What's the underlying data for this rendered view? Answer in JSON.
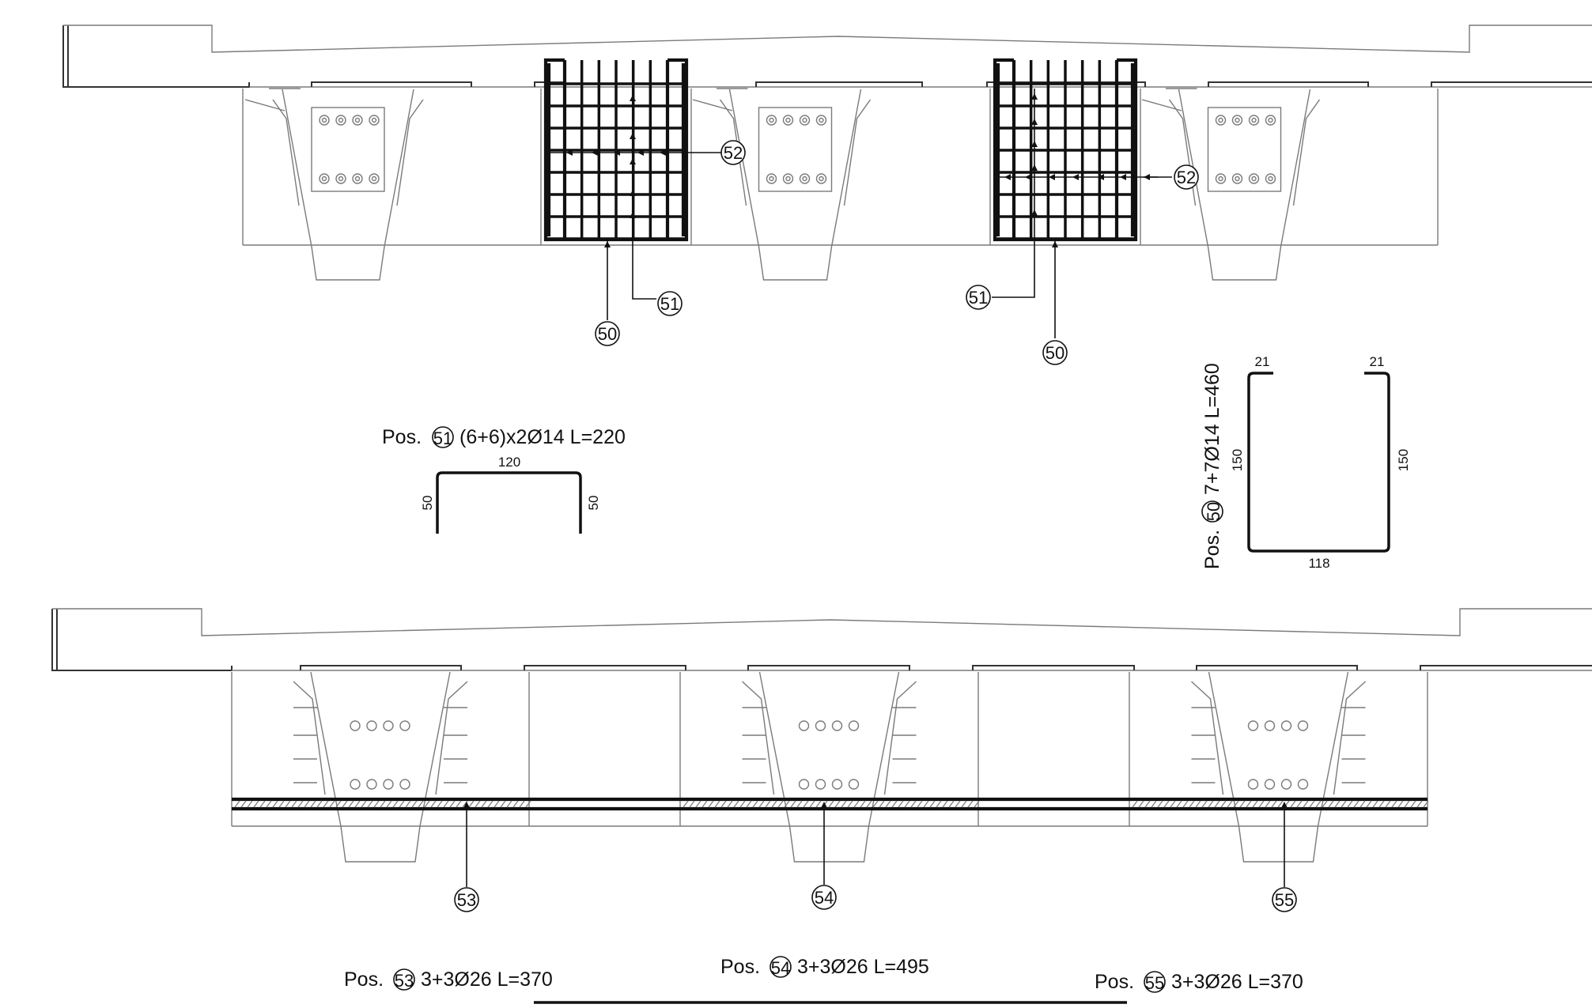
{
  "top_callouts": [
    "52",
    "51",
    "50",
    "52",
    "51",
    "50"
  ],
  "bottom_callouts": [
    "53",
    "54",
    "55"
  ],
  "pos51": {
    "prefix": "Pos.",
    "num": "51",
    "spec": "(6+6)x2Ø14 L=220",
    "dim_top": "120",
    "dim_left": "50",
    "dim_right": "50"
  },
  "pos50": {
    "prefix": "Pos.",
    "num": "50",
    "spec": "7+7Ø14 L=460",
    "dim_top_left": "21",
    "dim_top_right": "21",
    "dim_left": "150",
    "dim_right": "150",
    "dim_bottom": "118"
  },
  "pos53": {
    "prefix": "Pos.",
    "num": "53",
    "spec": "3+3Ø26 L=370"
  },
  "pos54": {
    "prefix": "Pos.",
    "num": "54",
    "spec": "3+3Ø26 L=495"
  },
  "pos55": {
    "prefix": "Pos.",
    "num": "55",
    "spec": "3+3Ø26 L=370"
  }
}
